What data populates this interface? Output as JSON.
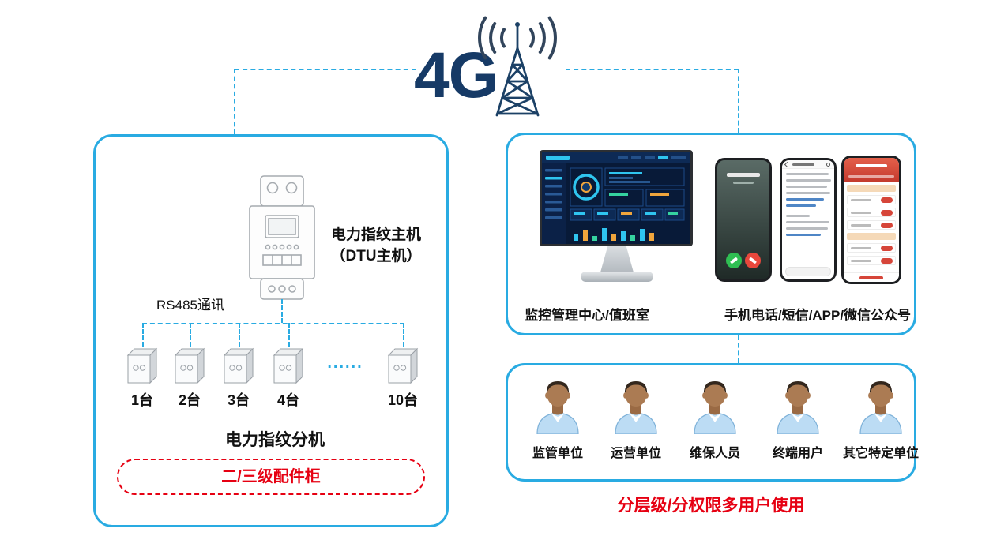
{
  "colors": {
    "panel_border_blue": "#29abe2",
    "highlight_red": "#e60012",
    "brand_navy": "#16365c"
  },
  "network": {
    "label": "4G"
  },
  "left_panel": {
    "host_name": "电力指纹主机",
    "host_sub": "（DTU主机）",
    "bus_label": "RS485通讯",
    "ellipsis": "......",
    "units": [
      {
        "label": "1台"
      },
      {
        "label": "2台"
      },
      {
        "label": "3台"
      },
      {
        "label": "4台"
      },
      {
        "label": "10台"
      }
    ],
    "branch_title": "电力指纹分机",
    "cabinet_label": "二/三级配件柜"
  },
  "monitor_panel": {
    "monitor_caption": "监控管理中心/值班室",
    "phones_caption": "手机电话/短信/APP/微信公众号"
  },
  "users_panel": {
    "caption": "分层级/分权限多用户使用",
    "users": [
      {
        "label": "监管单位"
      },
      {
        "label": "运营单位"
      },
      {
        "label": "维保人员"
      },
      {
        "label": "终端用户"
      },
      {
        "label": "其它特定单位"
      }
    ]
  },
  "icons": {
    "cell_tower": "cell-tower-icon",
    "dtu_device": "dtu-device-icon",
    "distribution_box": "distribution-box-icon",
    "monitor_dashboard": "monitor-dashboard-icon",
    "phone_call": "phone-call-icon",
    "phone_sms": "phone-sms-icon",
    "phone_app": "phone-app-icon",
    "user_avatar": "user-avatar-icon"
  }
}
